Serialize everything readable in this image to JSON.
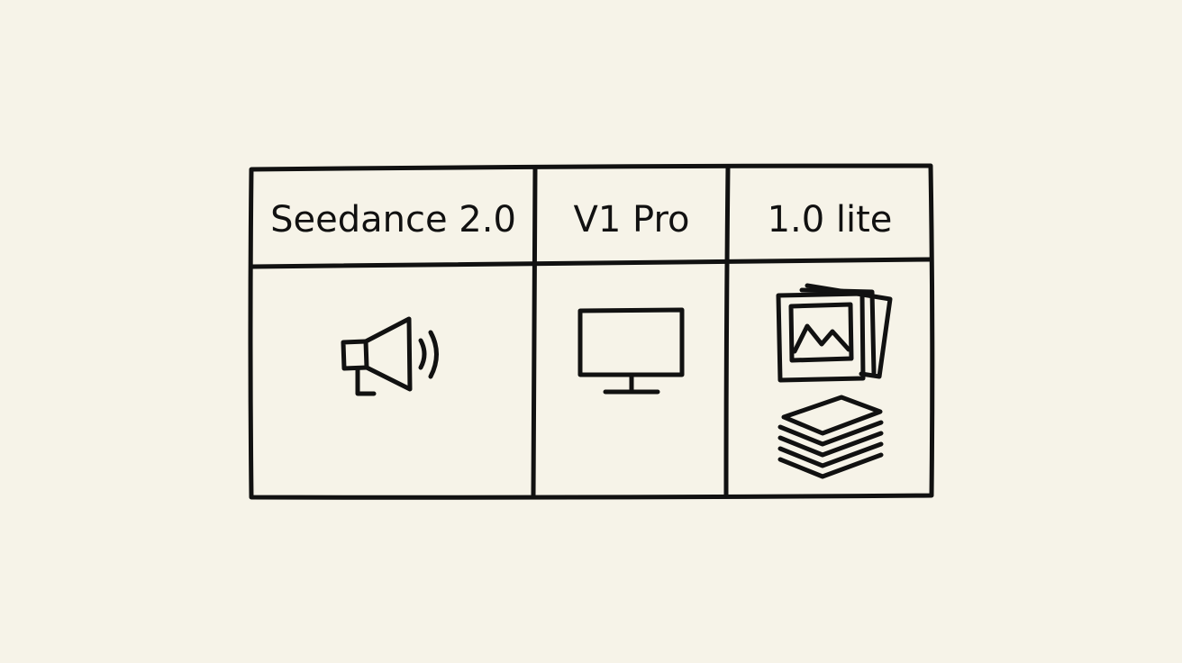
{
  "table": {
    "columns": [
      {
        "header": "Seedance 2.0",
        "icons": [
          "megaphone-icon"
        ]
      },
      {
        "header": "V1 Pro",
        "icons": [
          "monitor-icon"
        ]
      },
      {
        "header": "1.0 lite",
        "icons": [
          "photos-icon",
          "layers-stack-icon"
        ]
      }
    ]
  },
  "colors": {
    "background": "#f6f3e8",
    "ink": "#111111"
  }
}
